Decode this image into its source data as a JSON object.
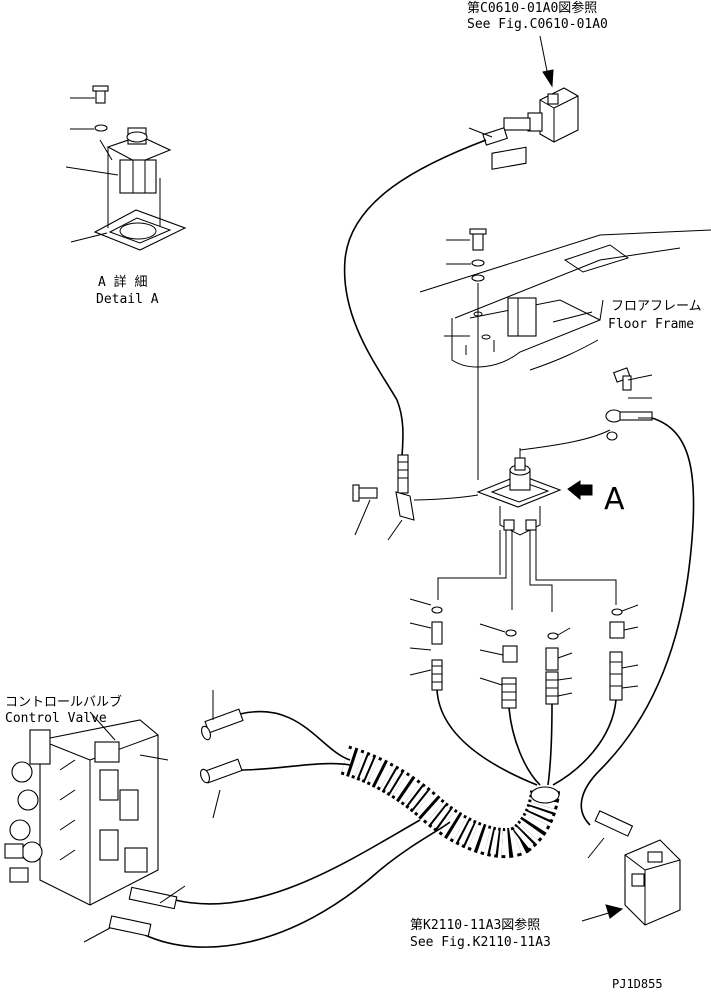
{
  "labels": {
    "top_ref_jp": "第C0610-01A0図参照",
    "top_ref_en": "See Fig.C0610-01A0",
    "detail_jp": "A 詳 細",
    "detail_en": "Detail A",
    "floor_jp": "フロアフレーム",
    "floor_en": "Floor Frame",
    "control_jp": "コントロールバルブ",
    "control_en": "Control Valve",
    "bottom_ref_jp": "第K2110-11A3図参照",
    "bottom_ref_en": "See Fig.K2110-11A3",
    "view_marker": "A",
    "drawing_code": "PJ1D855"
  }
}
